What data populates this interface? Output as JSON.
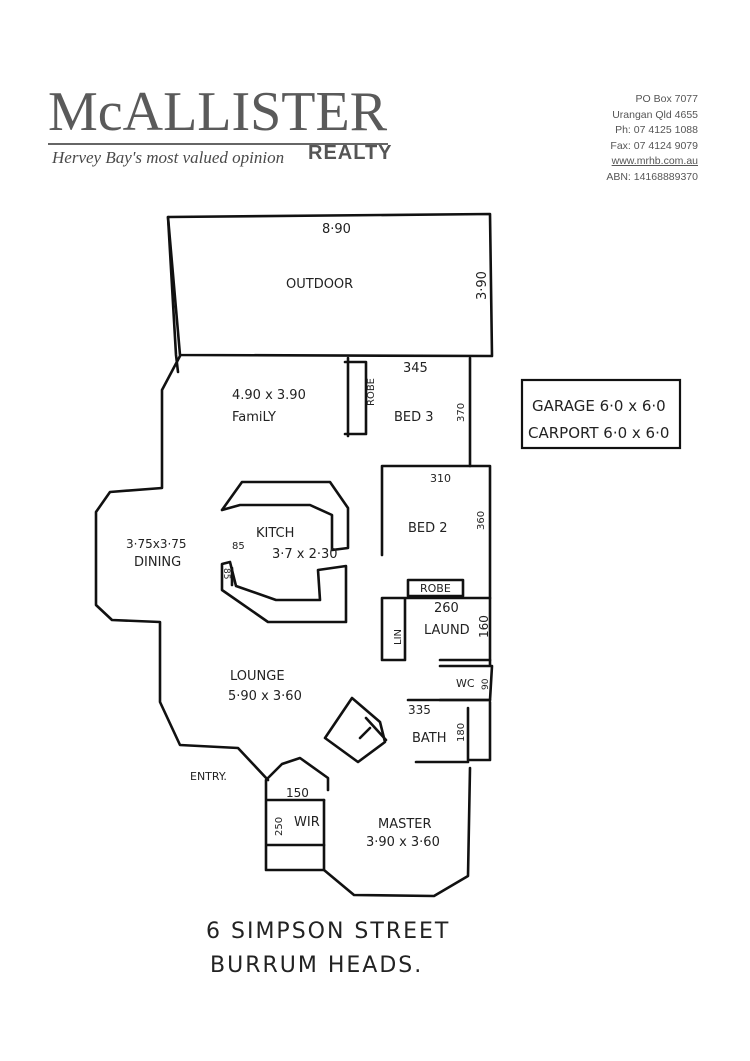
{
  "header": {
    "brand": "McALLISTER",
    "tagline": "Hervey Bay's most valued opinion",
    "brand_suffix": "REALTY",
    "contact": {
      "po_box": "PO Box 7077",
      "address": "Urangan Qld 4655",
      "phone": "Ph: 07 4125 1088",
      "fax": "Fax: 07 4124 9079",
      "website": "www.mrhb.com.au",
      "abn": "ABN: 14168889370"
    }
  },
  "floor_plan": {
    "outdoor": {
      "label": "OUTDOOR",
      "width": "8·90",
      "depth": "3·90"
    },
    "family": {
      "label": "FamiLY",
      "size": "4.90 x 3.90"
    },
    "robe_bed3": "ROBE",
    "bed3": {
      "label": "BED 3",
      "width": "345",
      "depth": "370"
    },
    "kitchen": {
      "label": "KITCH",
      "size": "3·7 x 2·30",
      "bench_1": "85",
      "bench_2": "85"
    },
    "dining": {
      "label": "DINING",
      "size": "3·75x3·75"
    },
    "bed2": {
      "label": "BED 2",
      "width": "310",
      "depth": "360"
    },
    "robe_bed2": "ROBE",
    "laundry": {
      "label": "LAUND",
      "width": "260",
      "depth": "160"
    },
    "linen": "LIN",
    "wc": "WC",
    "wc_size": "90",
    "lounge": {
      "label": "LOUNGE",
      "size": "5·90 x 3·60"
    },
    "bath": {
      "label": "BATH",
      "width": "335",
      "depth": "180"
    },
    "entry": "ENTRY.",
    "wir": {
      "label": "WIR",
      "width": "150",
      "depth": "250"
    },
    "master": {
      "label": "MASTER",
      "size": "3·90 x 3·60"
    }
  },
  "garage_box": {
    "garage": "GARAGE 6·0 x 6·0",
    "carport": "CARPORT 6·0 x 6·0"
  },
  "address": {
    "line1": "6 SIMPSON STREET",
    "line2": "BURRUM HEADS."
  }
}
